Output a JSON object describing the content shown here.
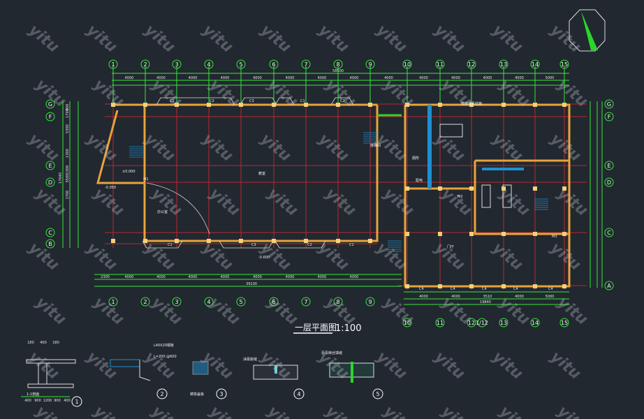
{
  "drawing": {
    "title": "一层平面图",
    "scale": "1:100",
    "watermark": "yitu",
    "columns_top": [
      "1",
      "2",
      "3",
      "4",
      "5",
      "6",
      "7",
      "8",
      "9",
      "10",
      "11",
      "12",
      "13",
      "14",
      "15"
    ],
    "columns_bottom_left": [
      "1",
      "2",
      "3",
      "4",
      "5",
      "6",
      "7",
      "8",
      "9"
    ],
    "columns_bottom_right": [
      "10",
      "11",
      "12",
      "1/12",
      "13",
      "14",
      "15"
    ],
    "rows_left": [
      "G",
      "F",
      "E",
      "D",
      "C",
      "B"
    ],
    "rows_right": [
      "G",
      "F",
      "E",
      "D",
      "C",
      "A"
    ],
    "top_dims": [
      "4000",
      "4000",
      "4000",
      "4000",
      "4000",
      "4000",
      "4000",
      "4000",
      "4000",
      "4000",
      "4000",
      "4000",
      "4000",
      "5000"
    ],
    "top_total": "58500",
    "bottom_dims_left": [
      "2300",
      "4000",
      "4000",
      "4000",
      "4000",
      "4000",
      "4000",
      "4000",
      "4000",
      "4000",
      "4000"
    ],
    "bottom_total_left": "39100",
    "bottom_dims_right": [
      "4000",
      "4000",
      "3510",
      "4000",
      "5000"
    ],
    "bottom_total_right": "19840",
    "left_total": "17040",
    "left_dims": [
      "900",
      "1700",
      "5300",
      "1300",
      "1300",
      "5500",
      "1700"
    ],
    "window_tags": [
      "C1",
      "C2",
      "C3",
      "C1",
      "C2",
      "C1",
      "C3",
      "C2",
      "C1",
      "C4",
      "C4",
      "C4",
      "C4",
      "C4"
    ],
    "door_tags": [
      "M1",
      "M2",
      "M3"
    ],
    "elevations": [
      "±0.000",
      "-0.050",
      "-0.600"
    ],
    "room_labels": [
      "教室",
      "办公室",
      "厕所",
      "楼梯间",
      "配电",
      "门厅"
    ],
    "stair_note": "楼梯详见结施",
    "details": [
      {
        "number": "1",
        "label": "1-1剖面"
      },
      {
        "number": "2",
        "label": "L40X20钢板"
      },
      {
        "number": "3",
        "label": "铸铁盖板"
      },
      {
        "number": "4",
        "label": "油膏嵌缝"
      },
      {
        "number": "5",
        "label": "沥青麻丝填缝"
      }
    ],
    "detail_dims": [
      "180",
      "400",
      "180",
      "400",
      "900",
      "1200",
      "900",
      "400",
      "400",
      "L=200 @600"
    ]
  }
}
